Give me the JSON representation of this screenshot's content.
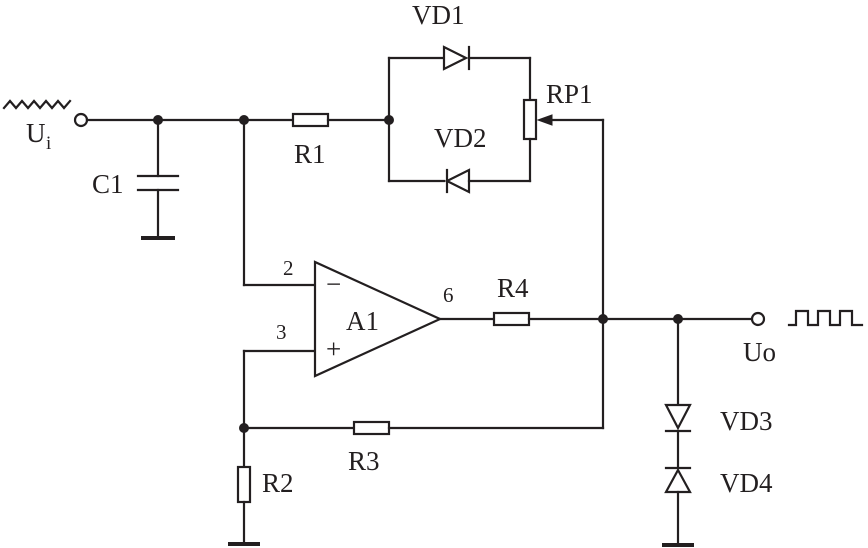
{
  "labels": {
    "input": "U",
    "input_sub": "i",
    "output": "Uo",
    "c1": "C1",
    "r1": "R1",
    "r2": "R2",
    "r3": "R3",
    "r4": "R4",
    "rp1": "RP1",
    "vd1": "VD1",
    "vd2": "VD2",
    "vd3": "VD3",
    "vd4": "VD4",
    "a1": "A1"
  },
  "pins": {
    "inverting": "2",
    "noninverting": "3",
    "output": "6"
  },
  "opamp_signs": {
    "minus": "−",
    "plus": "+"
  }
}
